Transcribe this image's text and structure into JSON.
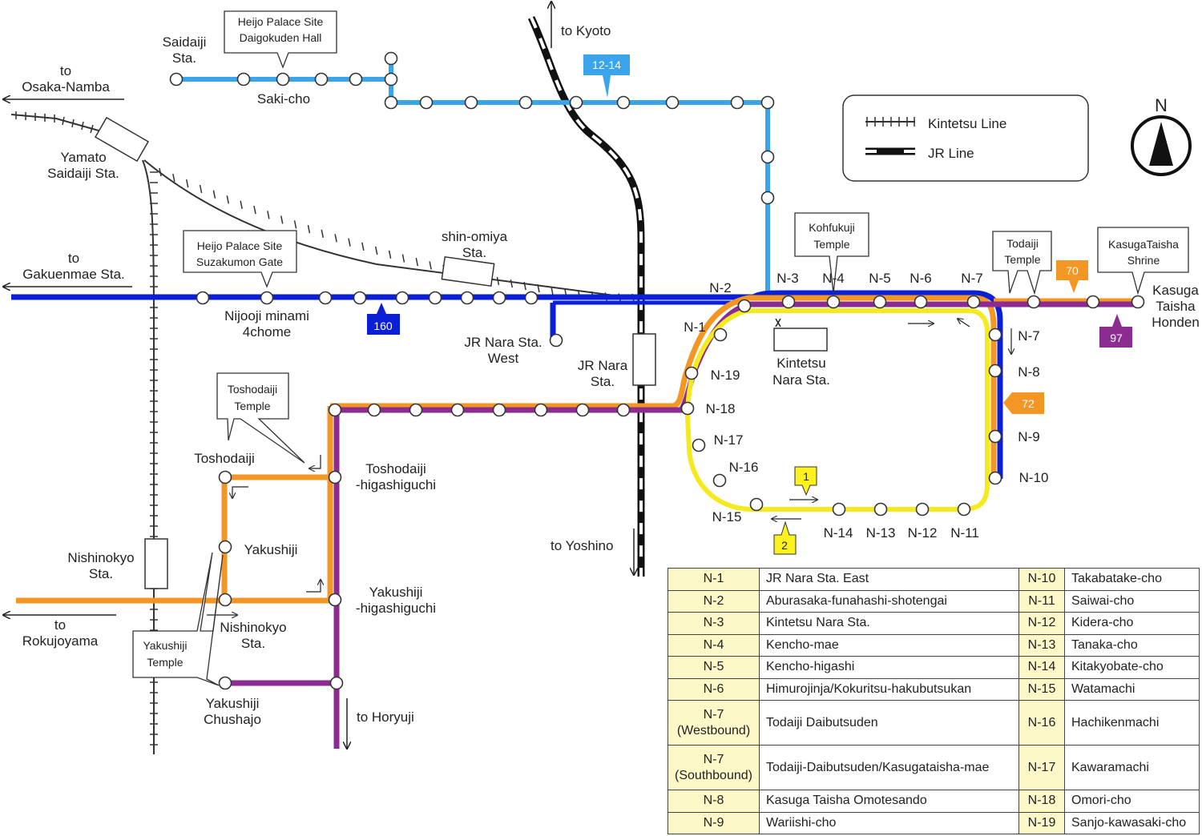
{
  "legend": {
    "kintetsu": "Kintetsu Line",
    "jr": "JR Line"
  },
  "compass": "N",
  "colors": {
    "line_160": "#0a1fd6",
    "line_12_14": "#3aa5ea",
    "line_70": "#f49624",
    "line_72": "#0a1fd6",
    "line_97": "#8c2c92",
    "loop_yellow": "#f5ea1d",
    "badge_yellow": "#fdf21d"
  },
  "badges": {
    "b160": "160",
    "b12": "12-14",
    "b70": "70",
    "b72": "72",
    "b97": "97",
    "b1": "1",
    "b2": "2"
  },
  "directions": {
    "to_kyoto": "to Kyoto",
    "to_osaka_1": "to",
    "to_osaka_2": "Osaka-Namba",
    "to_gakuenmae_1": "to",
    "to_gakuenmae_2": "Gakuenmae Sta.",
    "to_rokujoyama_1": "to",
    "to_rokujoyama_2": "Rokujoyama",
    "to_yoshino": "to Yoshino",
    "to_horyuji": "to Horyuji"
  },
  "callouts": {
    "daigokuden_1": "Heijo Palace Site",
    "daigokuden_2": "Daigokuden Hall",
    "suzakumon_1": "Heijo Palace Site",
    "suzakumon_2": "Suzakumon Gate",
    "kohfukuji_1": "Kohfukuji",
    "kohfukuji_2": "Temple",
    "todaiji_1": "Todaiji",
    "todaiji_2": "Temple",
    "kasuga_1": "KasugaTaisha",
    "kasuga_2": "Shrine",
    "toshodaiji_1": "Toshodaiji",
    "toshodaiji_2": "Temple",
    "yakushiji_1": "Yakushiji",
    "yakushiji_2": "Temple"
  },
  "places": {
    "saidaiji_1": "Saidaiji",
    "saidaiji_2": "Sta.",
    "sakicho": "Saki-cho",
    "yamato_1": "Yamato",
    "yamato_2": "Saidaiji Sta.",
    "shinomiya_1": "shin-omiya",
    "shinomiya_2": "Sta.",
    "nijooji_1": "Nijooji minami",
    "nijooji_2": "4chome",
    "jrwest_1": "JR Nara Sta.",
    "jrwest_2": "West",
    "jrnara_1": "JR Nara",
    "jrnara_2": "Sta.",
    "kintetsunara_1": "Kintetsu",
    "kintetsunara_2": "Nara Sta.",
    "kasugahonden_1": "Kasuga",
    "kasugahonden_2": "Taisha",
    "kasugahonden_3": "Honden",
    "toshodaiji": "Toshodaiji",
    "toshodaiji_hg_1": "Toshodaiji",
    "toshodaiji_hg_2": "-higashiguchi",
    "yakushiji": "Yakushiji",
    "yakushiji_hg_1": "Yakushiji",
    "yakushiji_hg_2": "-higashiguchi",
    "nishinokyo_1": "Nishinokyo",
    "nishinokyo_2": "Sta.",
    "nishinokyo_st_1": "Nishinokyo",
    "nishinokyo_st_2": "Sta.",
    "chushajo_1": "Yakushiji",
    "chushajo_2": "Chushajo"
  },
  "stop_labels": {
    "n1": "N-1",
    "n2": "N-2",
    "n3": "N-3",
    "n4": "N-4",
    "n5": "N-5",
    "n6": "N-6",
    "n7a": "N-7",
    "n7b": "N-7",
    "n8": "N-8",
    "n9": "N-9",
    "n10": "N-10",
    "n11": "N-11",
    "n12": "N-12",
    "n13": "N-13",
    "n14": "N-14",
    "n15": "N-15",
    "n16": "N-16",
    "n17": "N-17",
    "n18": "N-18",
    "n19": "N-19"
  },
  "table": {
    "left": [
      {
        "code": "N-1",
        "name": "JR Nara Sta. East"
      },
      {
        "code": "N-2",
        "name": "Aburasaka-funahashi-shotengai"
      },
      {
        "code": "N-3",
        "name": "Kintetsu Nara Sta."
      },
      {
        "code": "N-4",
        "name": "Kencho-mae"
      },
      {
        "code": "N-5",
        "name": "Kencho-higashi"
      },
      {
        "code": "N-6",
        "name": "Himurojinja/Kokuritsu-hakubutsukan"
      },
      {
        "code": "N-7",
        "code2": "(Westbound)",
        "name": "Todaiji Daibutsuden"
      },
      {
        "code": "N-7",
        "code2": "(Southbound)",
        "name": "Todaiji-Daibutsuden/Kasugataisha-mae"
      },
      {
        "code": "N-8",
        "name": "Kasuga Taisha Omotesando"
      },
      {
        "code": "N-9",
        "name": "Wariishi-cho"
      }
    ],
    "right": [
      {
        "code": "N-10",
        "name": "Takabatake-cho"
      },
      {
        "code": "N-11",
        "name": "Saiwai-cho"
      },
      {
        "code": "N-12",
        "name": "Kidera-cho"
      },
      {
        "code": "N-13",
        "name": "Tanaka-cho"
      },
      {
        "code": "N-14",
        "name": "Kitakyobate-cho"
      },
      {
        "code": "N-15",
        "name": "Watamachi"
      },
      {
        "code": "N-16",
        "name": "Hachikenmachi"
      },
      {
        "code": "N-17",
        "name": "Kawaramachi"
      },
      {
        "code": "N-18",
        "name": "Omori-cho"
      },
      {
        "code": "N-19",
        "name": "Sanjo-kawasaki-cho"
      }
    ]
  }
}
